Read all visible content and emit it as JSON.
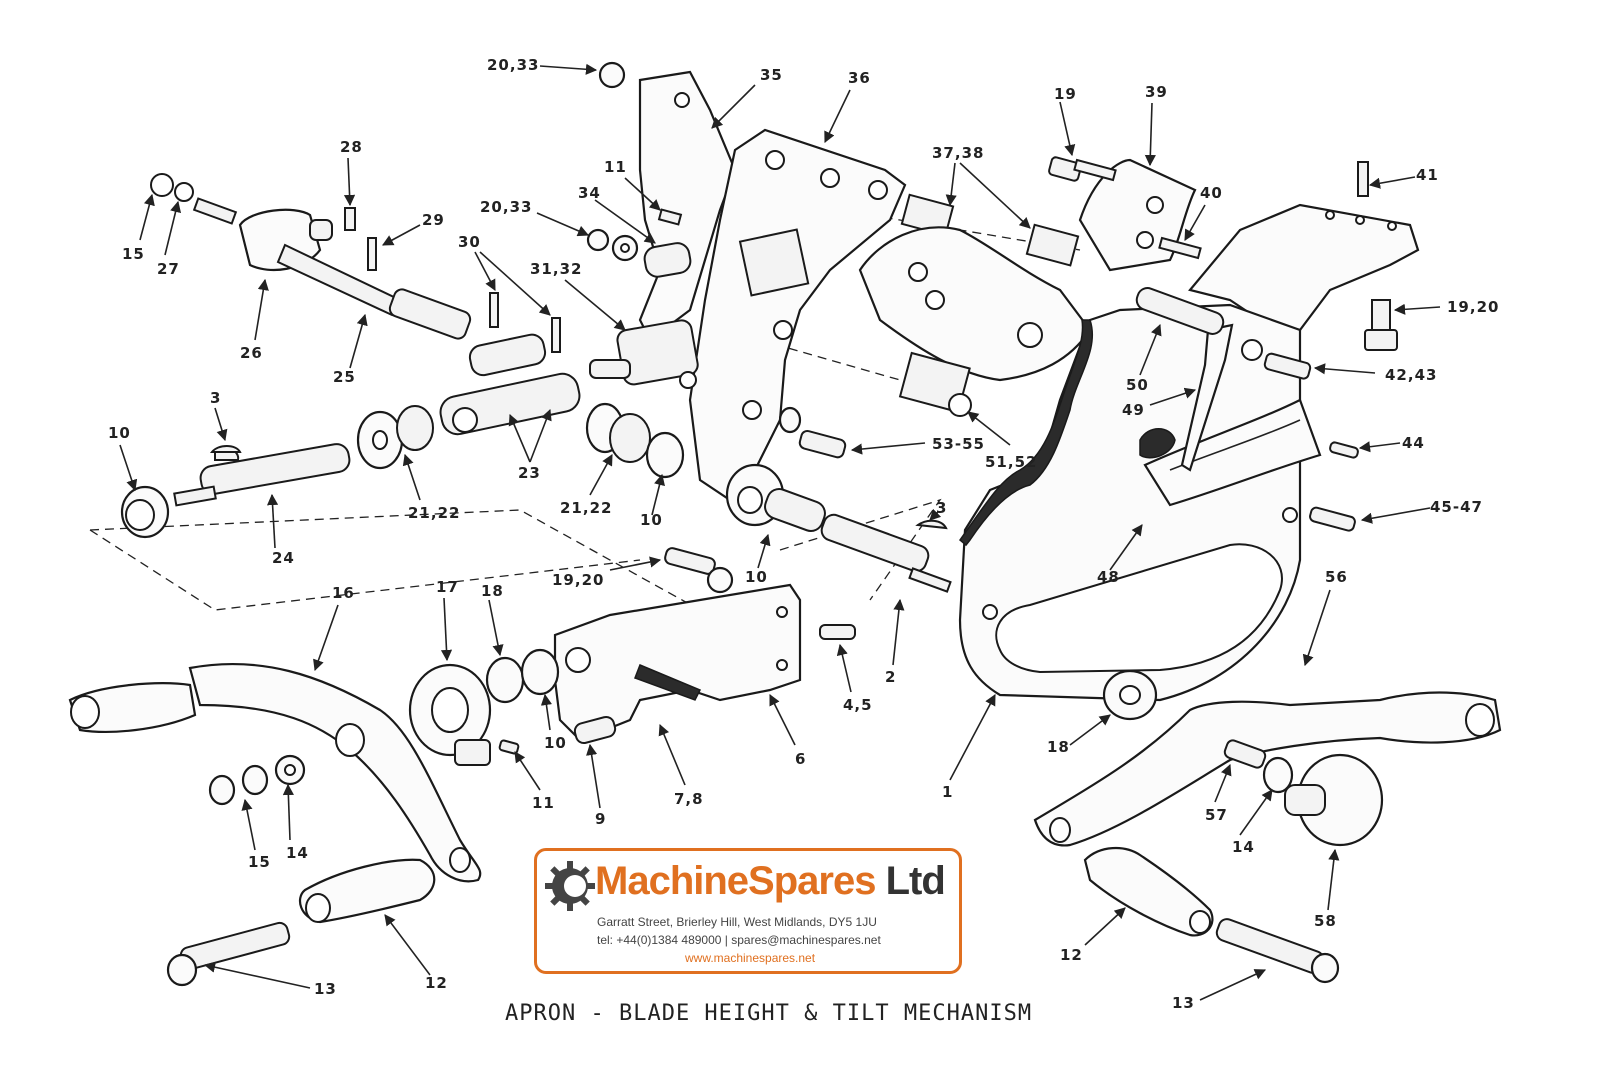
{
  "diagram": {
    "title": "APRON - BLADE HEIGHT & TILT MECHANISM",
    "labels": {
      "l_20_33_top": "20,33",
      "l_35": "35",
      "l_36": "36",
      "l_19_top": "19",
      "l_39": "39",
      "l_37_38": "37,38",
      "l_28": "28",
      "l_11_top": "11",
      "l_34": "34",
      "l_40": "40",
      "l_41": "41",
      "l_20_33_mid": "20,33",
      "l_29": "29",
      "l_30": "30",
      "l_31_32": "31,32",
      "l_15_top": "15",
      "l_27": "27",
      "l_19_20_right": "19,20",
      "l_26": "26",
      "l_25": "25",
      "l_50": "50",
      "l_42_43": "42,43",
      "l_49": "49",
      "l_3_left": "3",
      "l_10_left": "10",
      "l_44": "44",
      "l_53_55": "53-55",
      "l_51_52": "51,52",
      "l_23": "23",
      "l_21_22_left": "21,22",
      "l_21_22_mid": "21,22",
      "l_10_mid": "10",
      "l_3_right": "3",
      "l_45_47": "45-47",
      "l_24": "24",
      "l_10_low": "10",
      "l_48": "48",
      "l_19_20_mid": "19,20",
      "l_56": "56",
      "l_16": "16",
      "l_17": "17",
      "l_18_left": "18",
      "l_2": "2",
      "l_4_5": "4,5",
      "l_18_right": "18",
      "l_10_bottom": "10",
      "l_11_bottom": "11",
      "l_6": "6",
      "l_9": "9",
      "l_7_8": "7,8",
      "l_1": "1",
      "l_57": "57",
      "l_14_right": "14",
      "l_15_bottom": "15",
      "l_14_left": "14",
      "l_58": "58",
      "l_12_left": "12",
      "l_12_right": "12",
      "l_13_left": "13",
      "l_13_right": "13"
    }
  },
  "logo": {
    "brand_a": "Machine",
    "brand_b": "Spares",
    "brand_c": " Ltd",
    "address": "Garratt Street, Brierley Hill, West Midlands, DY5 1JU",
    "contact": "tel: +44(0)1384 489000  |  spares@machinespares.net",
    "web": "www.machinespares.net",
    "accent_color": "#e07020",
    "icon": "gear-icon"
  }
}
